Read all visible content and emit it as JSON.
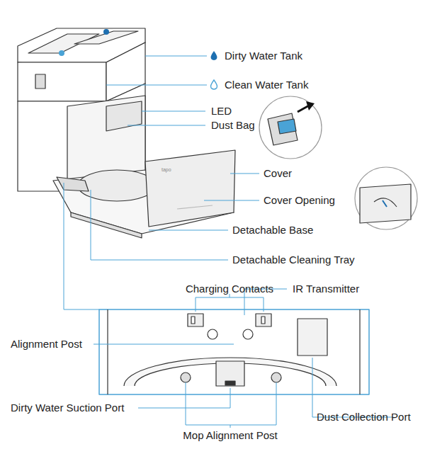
{
  "diagram": {
    "labels": [
      "Dirty Water Tank",
      "Clean Water Tank",
      "LED",
      "Dust Bag",
      "Cover",
      "Cover Opening",
      "Detachable Base",
      "Detachable Cleaning Tray",
      "Charging Contacts",
      "IR Transmitter",
      "Alignment Post",
      "Dirty Water Suction Port",
      "Dust Collection Port",
      "Mop Alignment Post",
      "tapo"
    ]
  }
}
